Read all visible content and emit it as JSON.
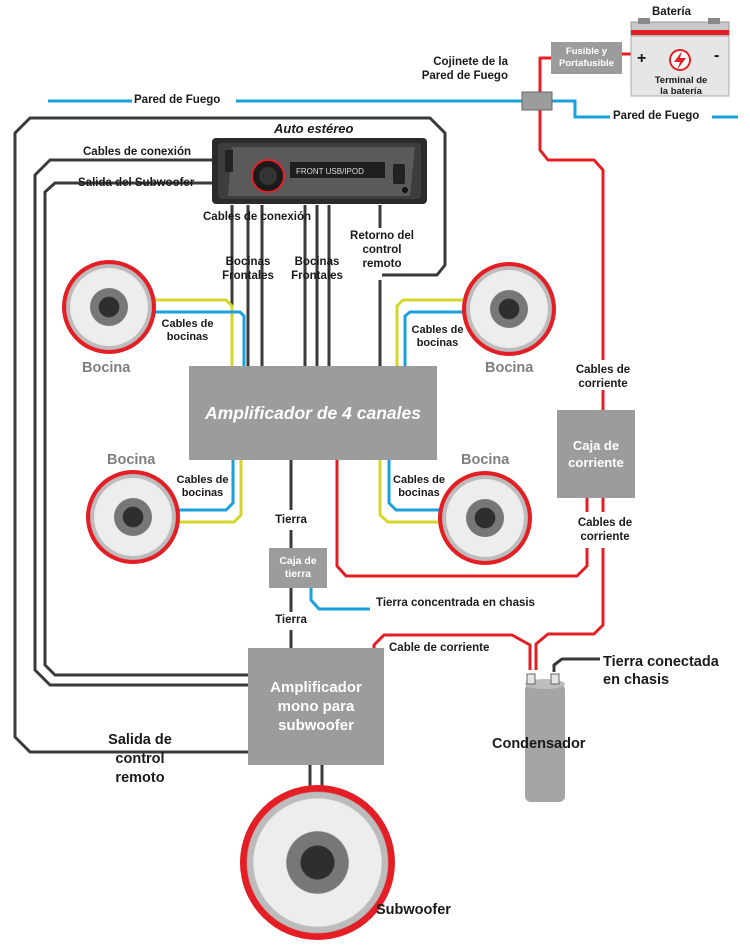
{
  "labels": {
    "bateria": "Batería",
    "fusible": "Fusible y\nPortafusible",
    "terminal": "Terminal de\nla batería",
    "cojinete": "Cojinete de la\nPared de Fuego",
    "pared_left": "Pared de Fuego",
    "pared_right": "Pared de Fuego",
    "auto_estereo": "Auto estéreo",
    "stereo_display": "FRONT USB/IPOD",
    "cables_conexion_top": "Cables de conexión",
    "salida_subwoofer": "Salida del Subwoofer",
    "cables_conexion_mid": "Cables de conexión",
    "bocinas_frontales_1": "Bocinas\nFrontales",
    "bocinas_frontales_2": "Bocinas\nFrontales",
    "retorno_remoto": "Retorno del\ncontrol\nremoto",
    "cables_bocinas_tl": "Cables de\nbocinas",
    "cables_bocinas_tr": "Cables de\nbocinas",
    "cables_bocinas_bl": "Cables de\nbocinas",
    "cables_bocinas_br": "Cables de\nbocinas",
    "bocina_tl": "Bocina",
    "bocina_tr": "Bocina",
    "bocina_bl": "Bocina",
    "bocina_br": "Bocina",
    "cables_corriente_1": "Cables de\ncorriente",
    "cables_corriente_2": "Cables de\ncorriente",
    "tierra_1": "Tierra",
    "tierra_2": "Tierra",
    "tierra_concentrada": "Tierra concentrada en chasis",
    "cable_corriente": "Cable de corriente",
    "tierra_conectada": "Tierra conectada\nen chasis",
    "salida_control": "Salida de\ncontrol\nremoto",
    "condensador": "Condensador",
    "subwoofer": "Subwoofer"
  },
  "boxes": {
    "amp4": "Amplificador de 4 canales",
    "caja_corriente": "Caja de\ncorriente",
    "caja_tierra": "Caja de\ntierra",
    "amp_mono": "Amplificador\nmono para\nsubwoofer"
  },
  "colors": {
    "power_wire": "#e31e24",
    "ground_wire": "#1aa0dc",
    "signal_wire": "#3a3a3a",
    "speaker_wire_yellow": "#d4d62a",
    "speaker_wire_blue": "#1aa0dc",
    "box_gray": "#9c9c9c",
    "speaker_ring": "#e31e24"
  }
}
